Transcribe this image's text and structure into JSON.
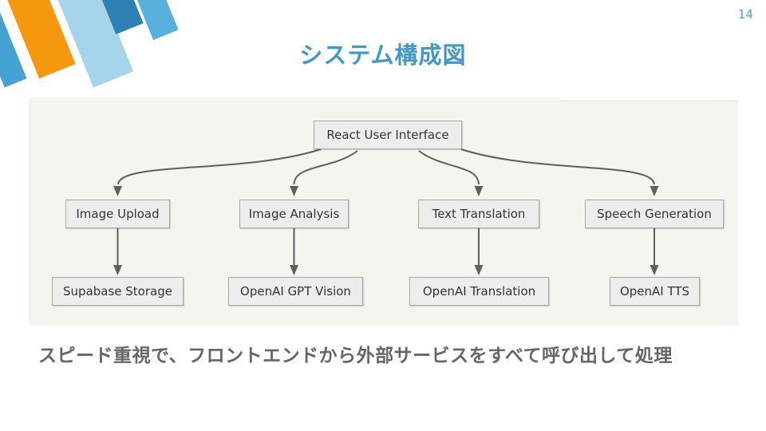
{
  "slide": {
    "page_number": "14",
    "title": "システム構成図",
    "footer_note": "スピード重視で、フロントエンドから外部サービスをすべて呼び出して処理"
  },
  "diagram": {
    "root": {
      "label": "React User Interface"
    },
    "columns": [
      {
        "service": "Image Upload",
        "backend": "Supabase Storage"
      },
      {
        "service": "Image Analysis",
        "backend": "OpenAI GPT Vision"
      },
      {
        "service": "Text Translation",
        "backend": "OpenAI Translation"
      },
      {
        "service": "Speech Generation",
        "backend": "OpenAI TTS"
      }
    ]
  },
  "colors": {
    "title": "#4299C8",
    "page_number": "#55A3C4",
    "footer_text": "#666666",
    "stripe_blue_left": "#45A3D4",
    "stripe_orange": "#F6980D",
    "stripe_light_blue": "#A6D4EA",
    "stripe_dark_blue": "#2E80B4",
    "stripe_blue_right": "#58B0DC",
    "diagram_bg": "#F5F4EF",
    "node_fill": "#EDEDED",
    "node_border": "#A8A8A8",
    "node_text": "#333333",
    "arrow": "#5E5E5E"
  }
}
